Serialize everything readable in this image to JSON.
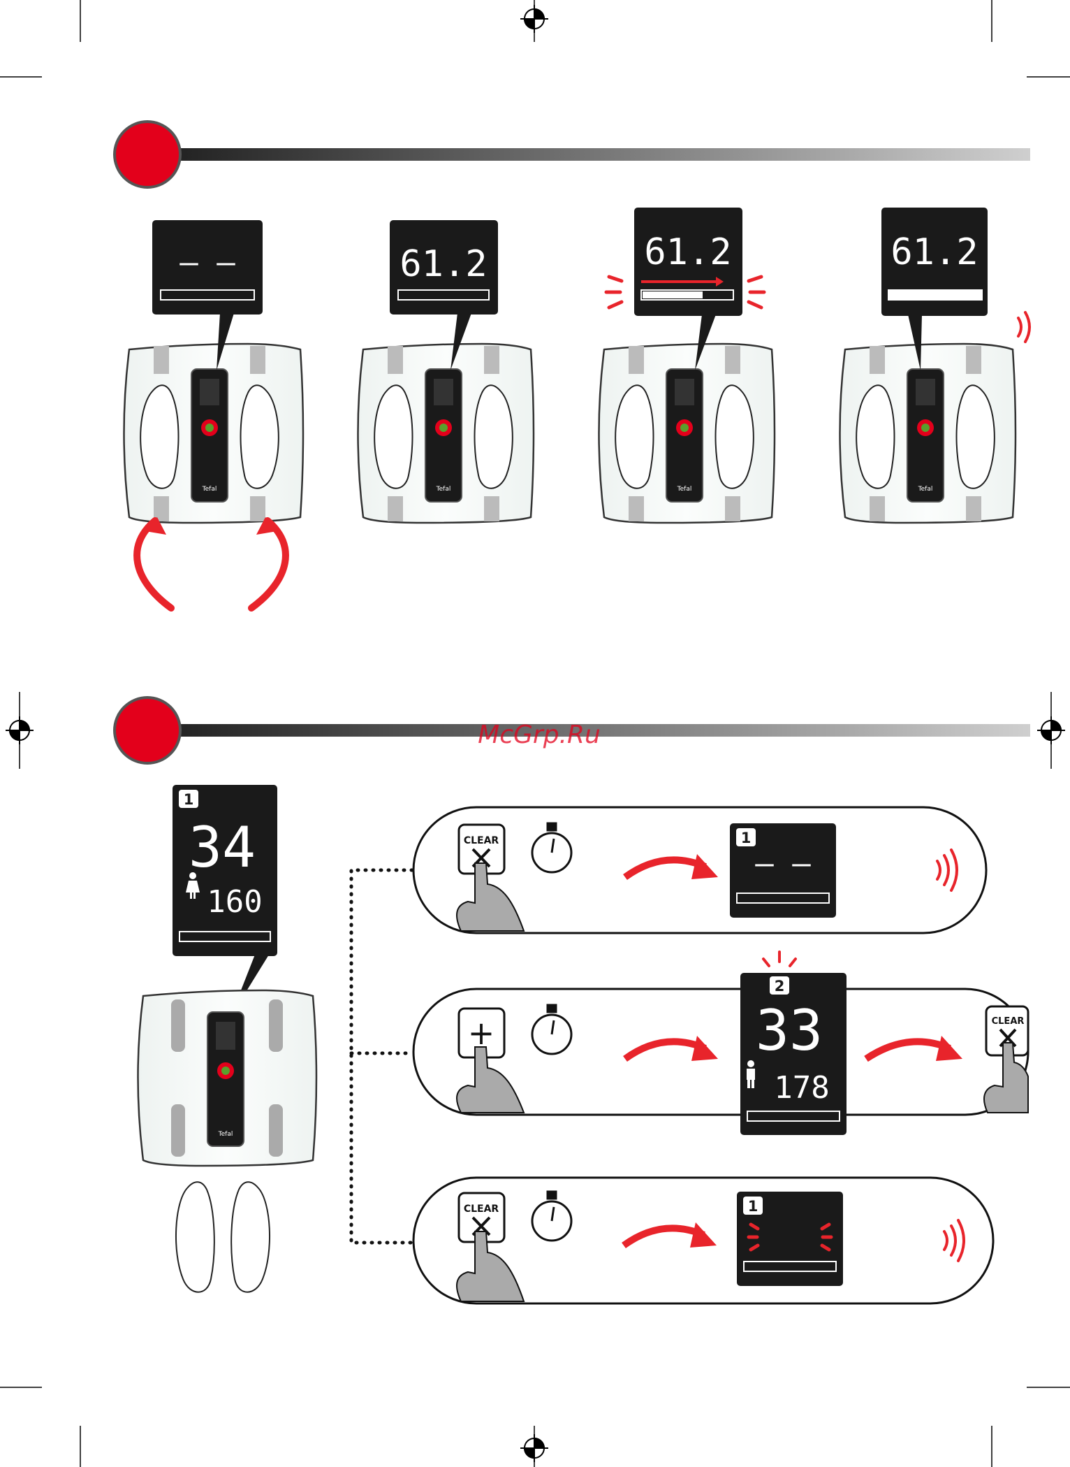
{
  "colors": {
    "accent_red": "#e3001b",
    "display_bg": "#1a1a1a",
    "arrow_red": "#e8242b"
  },
  "watermark": "McGrp.Ru",
  "brand": "Tefal",
  "section1": {
    "steps": [
      {
        "display": "– –"
      },
      {
        "display": "61.2"
      },
      {
        "display": "61.2"
      },
      {
        "display": "61.2"
      }
    ]
  },
  "section2": {
    "main_display": {
      "user": "1",
      "value": "34",
      "height": "160"
    },
    "rows": [
      {
        "button": "CLEAR",
        "result": {
          "user": "1",
          "display": "– –"
        }
      },
      {
        "button": "+",
        "result": {
          "user": "2",
          "value": "33",
          "height": "178"
        },
        "next_button": "CLEAR"
      },
      {
        "button": "CLEAR",
        "result": {
          "user": "1"
        }
      }
    ]
  }
}
